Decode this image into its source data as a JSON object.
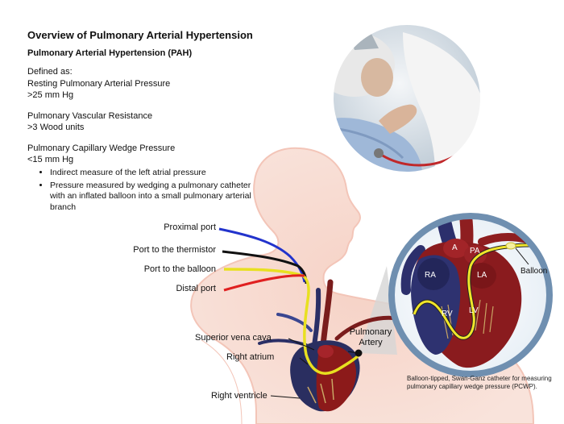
{
  "title": "Overview of Pulmonary Arterial Hypertension",
  "subtitle": "Pulmonary Arterial Hypertension (PAH)",
  "defined_as": "Defined as:",
  "criteria": [
    {
      "name": "Resting Pulmonary Arterial Pressure",
      "value": ">25 mm Hg"
    },
    {
      "name": "Pulmonary Vascular Resistance",
      "value": ">3 Wood units"
    },
    {
      "name": "Pulmonary Capillary Wedge Pressure",
      "value": "<15 mm Hg"
    }
  ],
  "bullets": [
    "Indirect measure of the left atrial pressure",
    "Pressure measured by wedging a pulmonary catheter with an inflated balloon into a small pulmonary arterial branch"
  ],
  "catheter_ports": [
    {
      "label": "Proximal port",
      "color": "#2233cc"
    },
    {
      "label": "Port to the thermistor",
      "color": "#111111"
    },
    {
      "label": "Port to the balloon",
      "color": "#e8e020"
    },
    {
      "label": "Distal port",
      "color": "#e02020"
    }
  ],
  "anatomy_labels": {
    "svc": "Superior vena cava",
    "right_atrium": "Right atrium",
    "right_ventricle": "Right ventricle",
    "pulmonary_artery": "Pulmonary Artery"
  },
  "inset_labels": {
    "a": "A",
    "pa": "PA",
    "ra": "RA",
    "la": "LA",
    "rv": "RV",
    "lv": "LV",
    "balloon": "Balloon"
  },
  "caption": "Balloon-tipped, Swan-Ganz catheter for measuring pulmonary capillary wedge pressure (PCWP).",
  "colors": {
    "body_skin": "#f6d6cb",
    "heart_red": "#8c1a1a",
    "heart_blue": "#2a2f6a",
    "catheter_yellow": "#f0e62a",
    "inset_ring": "#6f8fb0"
  }
}
